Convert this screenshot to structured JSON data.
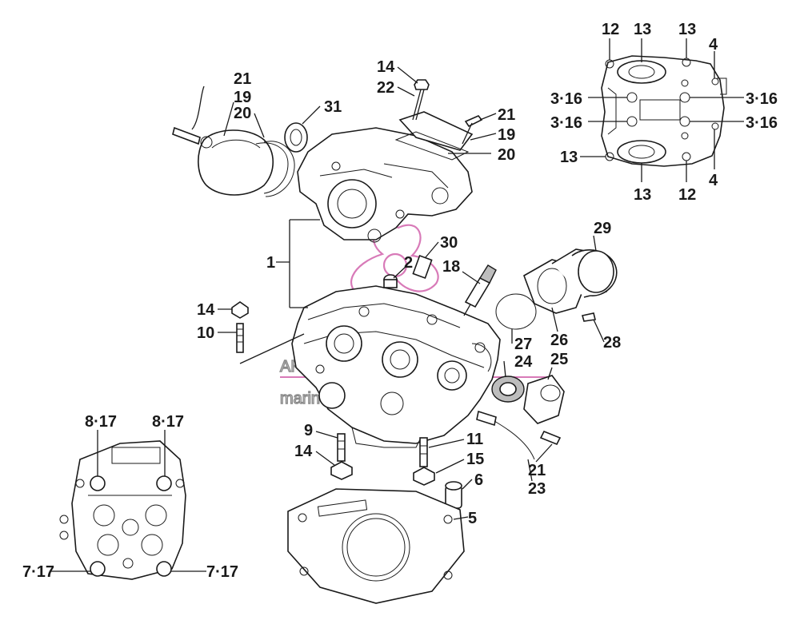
{
  "watermark": {
    "brand": "ARMADA",
    "tagline": "marine outboards",
    "color": "#d87ab8"
  },
  "labels": {
    "l1": "1",
    "l2": "2",
    "l5": "5",
    "l6": "6",
    "l7a": "7·17",
    "l7b": "7·17",
    "l8a": "8·17",
    "l8b": "8·17",
    "l9": "9",
    "l10": "10",
    "l11": "11",
    "l12a": "12",
    "l12b": "12",
    "l13a": "13",
    "l13b": "13",
    "l13c": "13",
    "l13d": "13",
    "l14a": "14",
    "l14b": "14",
    "l14c": "14",
    "l15": "15",
    "l18": "18",
    "l19a": "19",
    "l19b": "19",
    "l20a": "20",
    "l20b": "20",
    "l21a": "21",
    "l21b": "21",
    "l21c": "21",
    "l22": "22",
    "l23": "23",
    "l24": "24",
    "l25": "25",
    "l26": "26",
    "l27": "27",
    "l28": "28",
    "l29": "29",
    "l30": "30",
    "l31": "31",
    "l316a": "3·16",
    "l316b": "3·16",
    "l316c": "3·16",
    "l316d": "3·16",
    "l4a": "4",
    "l4b": "4"
  }
}
